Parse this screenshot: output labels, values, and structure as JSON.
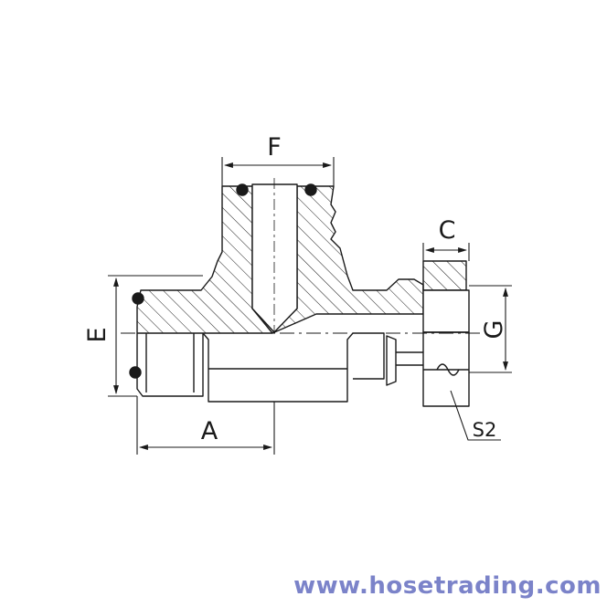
{
  "diagram": {
    "labels": {
      "F": "F",
      "C": "C",
      "E": "E",
      "G": "G",
      "A": "A",
      "S2": "S2"
    }
  },
  "watermark": {
    "text": "www.hosetrading.com",
    "color": "#7b83c9"
  },
  "colors": {
    "line": "#1a1a1a",
    "background": "#ffffff"
  }
}
